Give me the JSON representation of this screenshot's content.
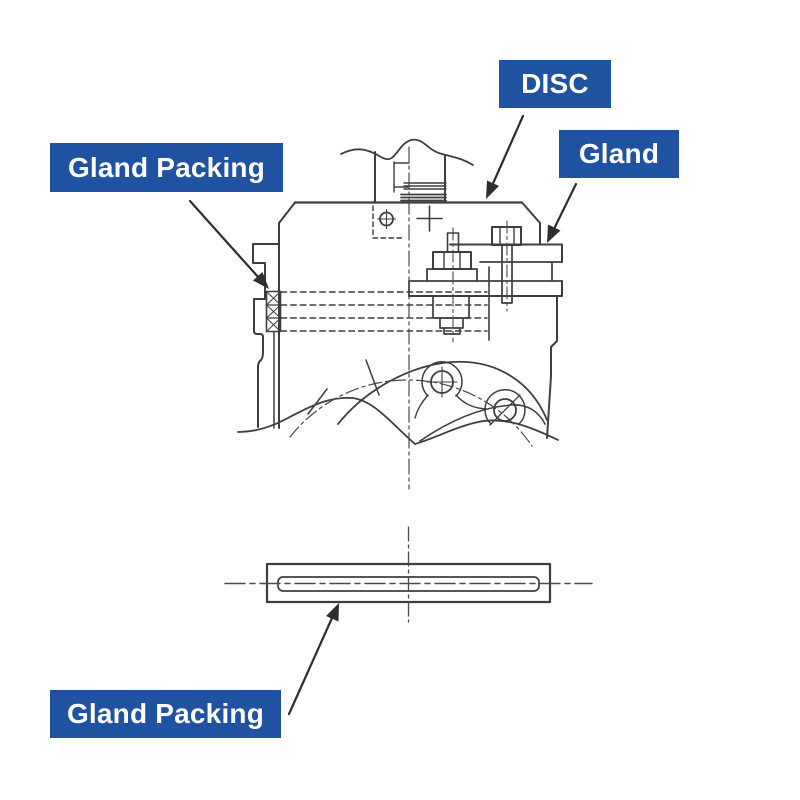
{
  "page": {
    "background": "#ffffff",
    "description_visible": false
  },
  "colors": {
    "label_bg": "#2052a2",
    "label_text": "#ffffff",
    "drawing_line": "#3e3e3e",
    "arrow_line": "#2e2e2e"
  },
  "labels": {
    "disc": "DISC",
    "gland": "Gland",
    "gland_packing_top": "Gland Packing",
    "gland_packing_bottom": "Gland Packing"
  },
  "annotations": [
    {
      "label": "DISC",
      "target": "valve-body-top-edge"
    },
    {
      "label": "Gland",
      "target": "gland-flange-right-side"
    },
    {
      "label": "Gland Packing",
      "target": "packing-rings-in-stuffing-box"
    },
    {
      "label": "Gland Packing",
      "target": "packing-ring-side-view"
    }
  ],
  "views": {
    "main": "valve stuffing box cross-section",
    "bottom": "gland packing ring side view"
  }
}
